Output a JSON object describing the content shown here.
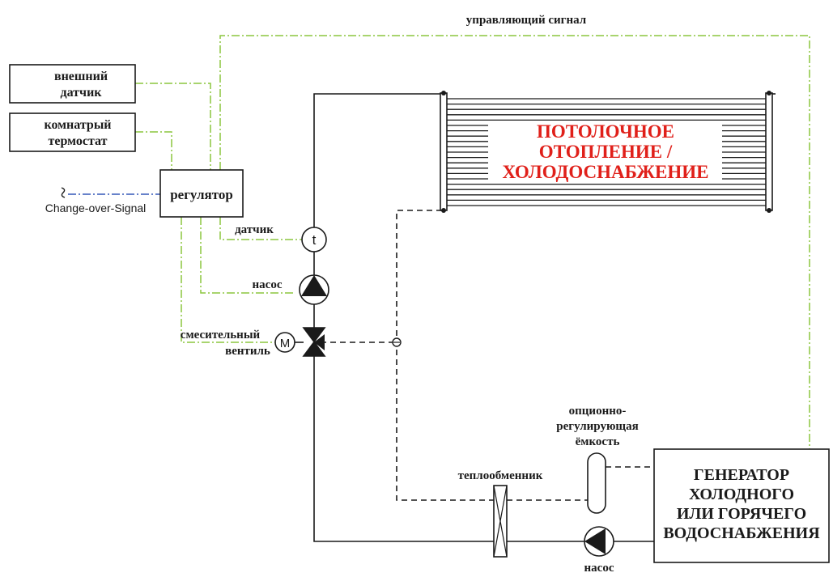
{
  "labels": {
    "control_signal": "управляющий сигнал",
    "external_sensor_1": "внешний",
    "external_sensor_2": "датчик",
    "room_thermostat_1": "комнатрый",
    "room_thermostat_2": "термостат",
    "controller": "регулятор",
    "change_over": "Change-over-Signal",
    "sensor": "датчик",
    "sensor_symbol": "t",
    "pump_top": "насос",
    "mixing_valve_1": "смесительный",
    "mixing_valve_2": "вентиль",
    "motor_symbol": "M",
    "ceiling_1": "ПОТОЛОЧНОЕ",
    "ceiling_2": "ОТОПЛЕНИЕ /",
    "ceiling_3": "ХОЛОДОСНАБЖЕНИЕ",
    "buffer_1": "опционно-",
    "buffer_2": "регулирующая",
    "buffer_3": "ёмкость",
    "heat_exchanger": "теплообменник",
    "generator_1": "ГЕНЕРАТОР",
    "generator_2": "ХОЛОДНОГО",
    "generator_3": "ИЛИ ГОРЯЧЕГО",
    "generator_4": "ВОДОСНАБЖЕНИЯ",
    "pump_bottom": "насос"
  },
  "colors": {
    "control_line": "#8cc63f",
    "change_over_line": "#3558b8",
    "title": "#e0201a",
    "line": "#1a1a1a"
  }
}
